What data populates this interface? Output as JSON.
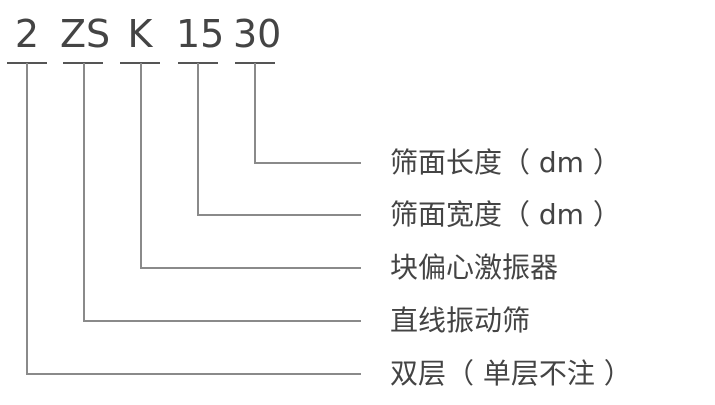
{
  "model_code": {
    "segments": [
      {
        "text": "2",
        "meaning": "双层（单层不注）"
      },
      {
        "text": "ZS",
        "meaning": "直线振动筛"
      },
      {
        "text": "K",
        "meaning": "块偏心激振器"
      },
      {
        "text": "15",
        "meaning": "筛面宽度（dm）"
      },
      {
        "text": "30",
        "meaning": "筛面长度（dm）"
      }
    ]
  },
  "labels": [
    "筛面长度（ dm ）",
    "筛面宽度（ dm ）",
    "块偏心激振器",
    "直线振动筛",
    "双层（ 单层不注 ）"
  ],
  "colors": {
    "text": "#444444",
    "lines": "#8a8a8a",
    "background": "#ffffff"
  }
}
